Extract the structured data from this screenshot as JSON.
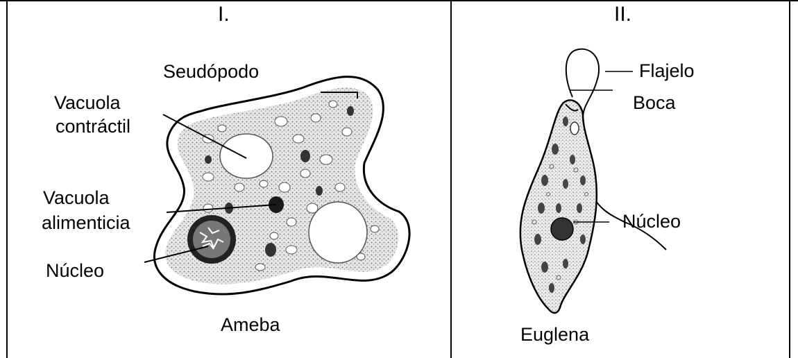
{
  "panels": [
    {
      "heading": "I.",
      "organism": "Ameba",
      "labels": {
        "pseudopod": "Seudópodo",
        "contractile_vacuole_1": "Vacuola",
        "contractile_vacuole_2": "contráctil",
        "food_vacuole_1": "Vacuola",
        "food_vacuole_2": "alimenticia",
        "nucleus": "Núcleo"
      }
    },
    {
      "heading": "II.",
      "organism": "Euglena",
      "labels": {
        "flagellum": "Flajelo",
        "mouth": "Boca",
        "nucleus": "Núcleo"
      }
    }
  ],
  "colors": {
    "ink": "#000000",
    "stipple": "#9a9a9a",
    "cell_fill": "#d8d8d8",
    "border": "#000000"
  }
}
